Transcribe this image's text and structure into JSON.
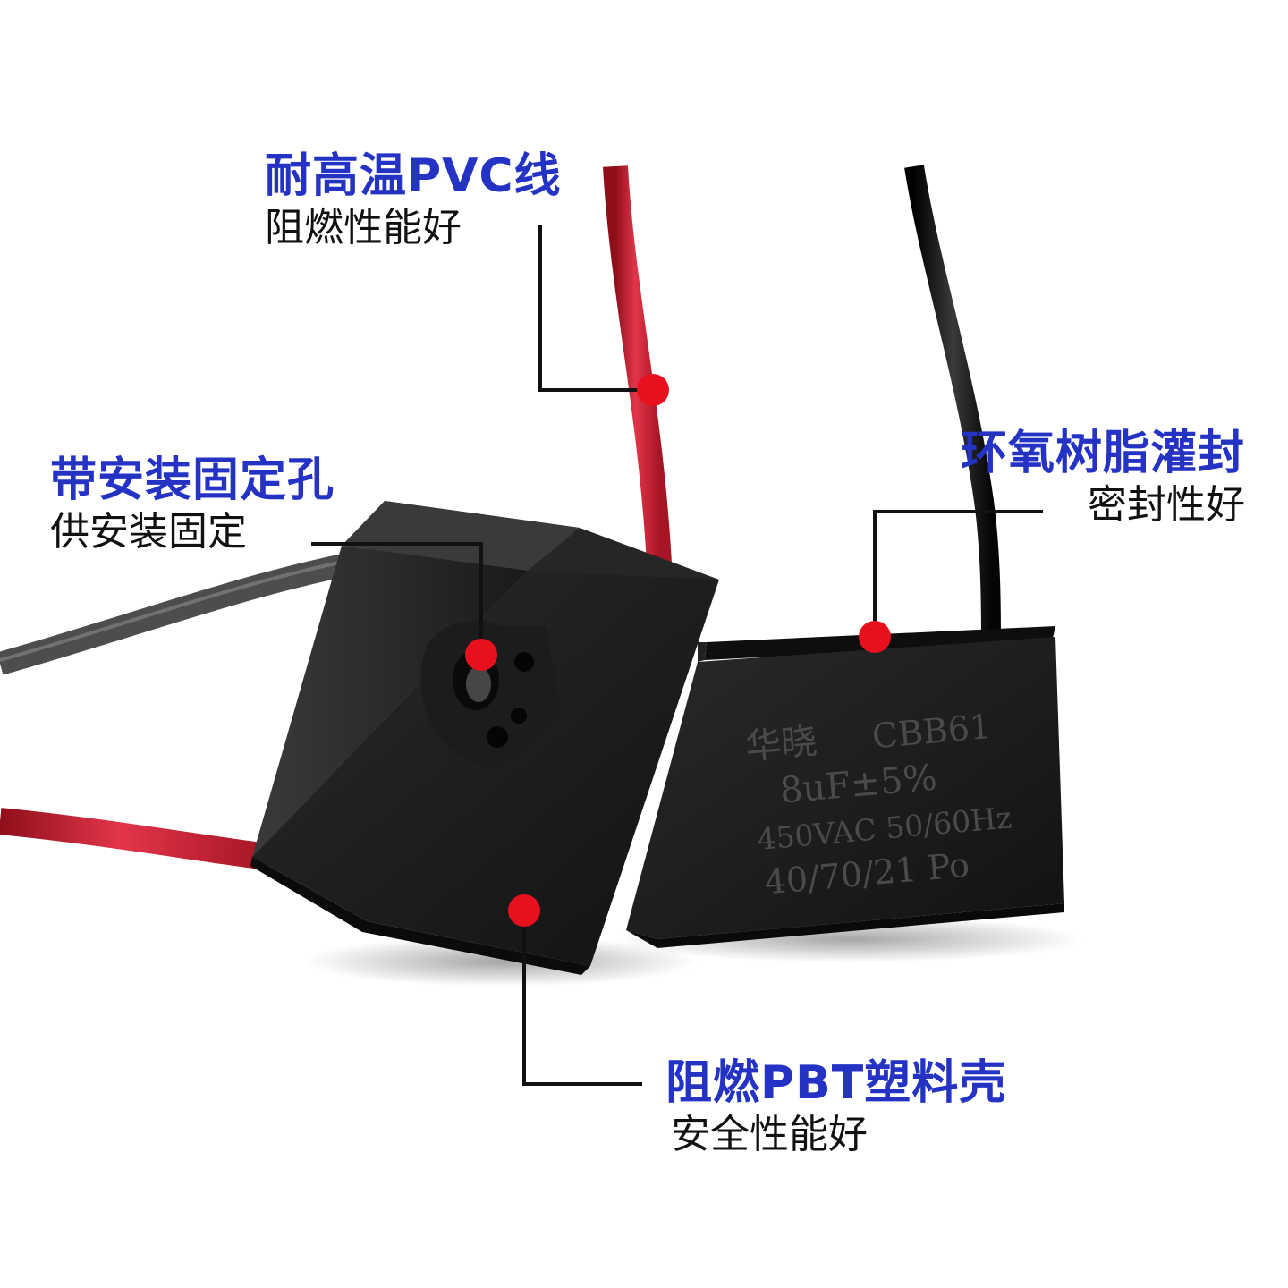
{
  "callouts": {
    "pvc_wire": {
      "title": "耐高温PVC线",
      "subtitle": "阻燃性能好"
    },
    "mounting_hole": {
      "title": "带安装固定孔",
      "subtitle": "供安装固定"
    },
    "epoxy_seal": {
      "title": "环氧树脂灌封",
      "subtitle": "密封性好"
    },
    "pbt_shell": {
      "title": "阻燃PBT塑料壳",
      "subtitle": "安全性能好"
    }
  },
  "capacitor_marking": {
    "brand": "华晓",
    "model": "CBB61",
    "capacitance": "8uF±5%",
    "rating": "450VAC 50/60Hz",
    "climate": "40/70/21 Po"
  },
  "colors": {
    "title_blue": "#2433c4",
    "marker_red": "#e8101c",
    "wire_red": "#d01f2e",
    "wire_black": "#141414",
    "wire_grey": "#555555",
    "body_black": "#1c1c1c"
  }
}
